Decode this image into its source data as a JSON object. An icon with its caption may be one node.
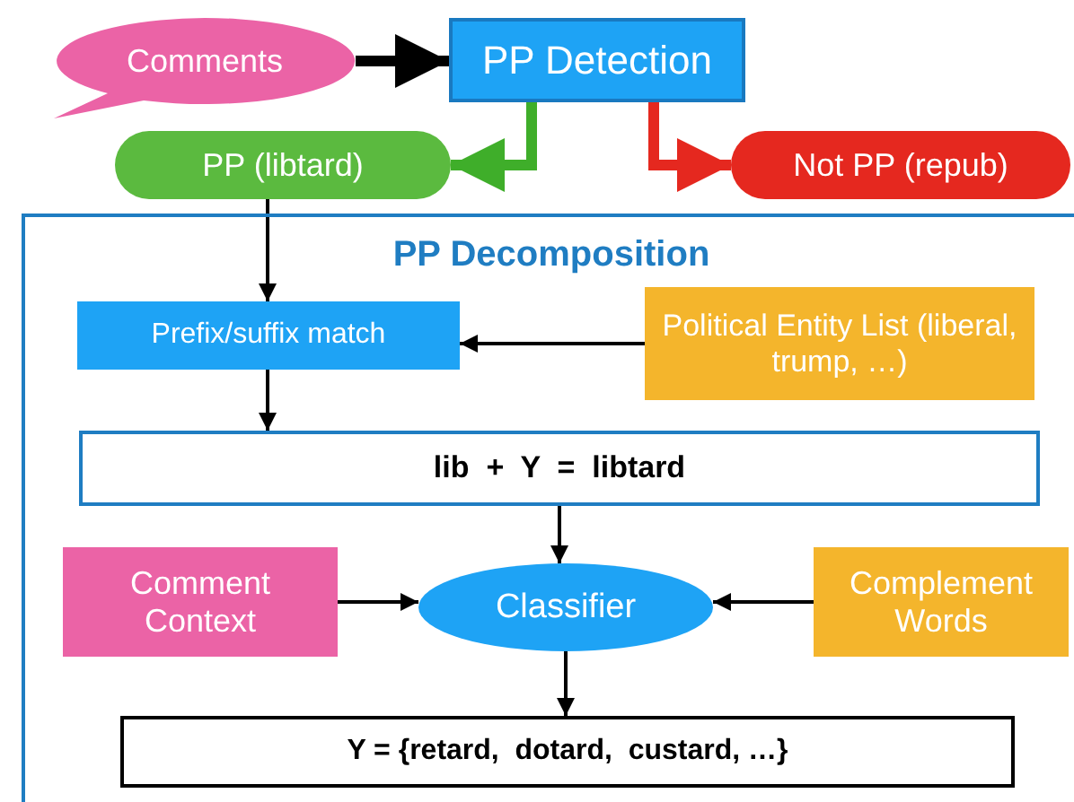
{
  "diagram": {
    "nodes": [
      {
        "text": [
          "Comments"
        ]
      },
      {
        "text": [
          "PP Detection"
        ]
      },
      {
        "text": [
          "PP (libtard)"
        ]
      },
      {
        "text": [
          "Not PP (repub)"
        ]
      },
      {
        "text": [
          "PP Decomposition"
        ]
      },
      {
        "text": [
          "Prefix/suffix match"
        ],
        "in": 4
      },
      {
        "text": [
          "Political Entity List (liberal, trump, …)"
        ],
        "in": 4
      },
      {
        "text": [
          "lib  +  Y  =  libtard"
        ],
        "in": 4
      },
      {
        "text": [
          "Comment Context"
        ],
        "in": 4
      },
      {
        "text": [
          "Classifier"
        ],
        "in": 4
      },
      {
        "text": [
          "Complement Words"
        ],
        "in": 4
      },
      {
        "text": [
          "Y = {retard,  dotard,  custard, …}"
        ],
        "in": 4
      }
    ],
    "edges": [
      {
        "from": 0,
        "to": 1,
        "arrow": "to",
        "style": "thick"
      },
      {
        "from": 1,
        "to": 2,
        "arrow": "to",
        "style": "thick",
        "color": "#3fae2a"
      },
      {
        "from": 1,
        "to": 3,
        "arrow": "to",
        "style": "thick",
        "color": "#e5281f"
      },
      {
        "from": 2,
        "to": 5,
        "arrow": "to"
      },
      {
        "from": 6,
        "to": 5,
        "arrow": "to"
      },
      {
        "from": 5,
        "to": 7,
        "arrow": "to"
      },
      {
        "from": 7,
        "to": 9,
        "arrow": "to"
      },
      {
        "from": 8,
        "to": 9,
        "arrow": "to"
      },
      {
        "from": 10,
        "to": 9,
        "arrow": "to"
      },
      {
        "from": 9,
        "to": 11,
        "arrow": "to"
      }
    ]
  }
}
